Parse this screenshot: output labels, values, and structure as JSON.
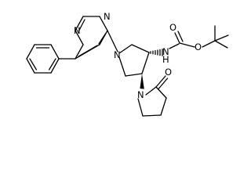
{
  "molecule": {
    "atoms": {
      "n_pyr3": "N",
      "n_pyr1": "N",
      "n_pyrrolidine": "N",
      "n_carbamate": "N",
      "h_carbamate": "H",
      "o_carbamate_carbonyl": "O",
      "o_carbamate_ester": "O",
      "n_lactam": "N",
      "o_lactam": "O"
    }
  }
}
